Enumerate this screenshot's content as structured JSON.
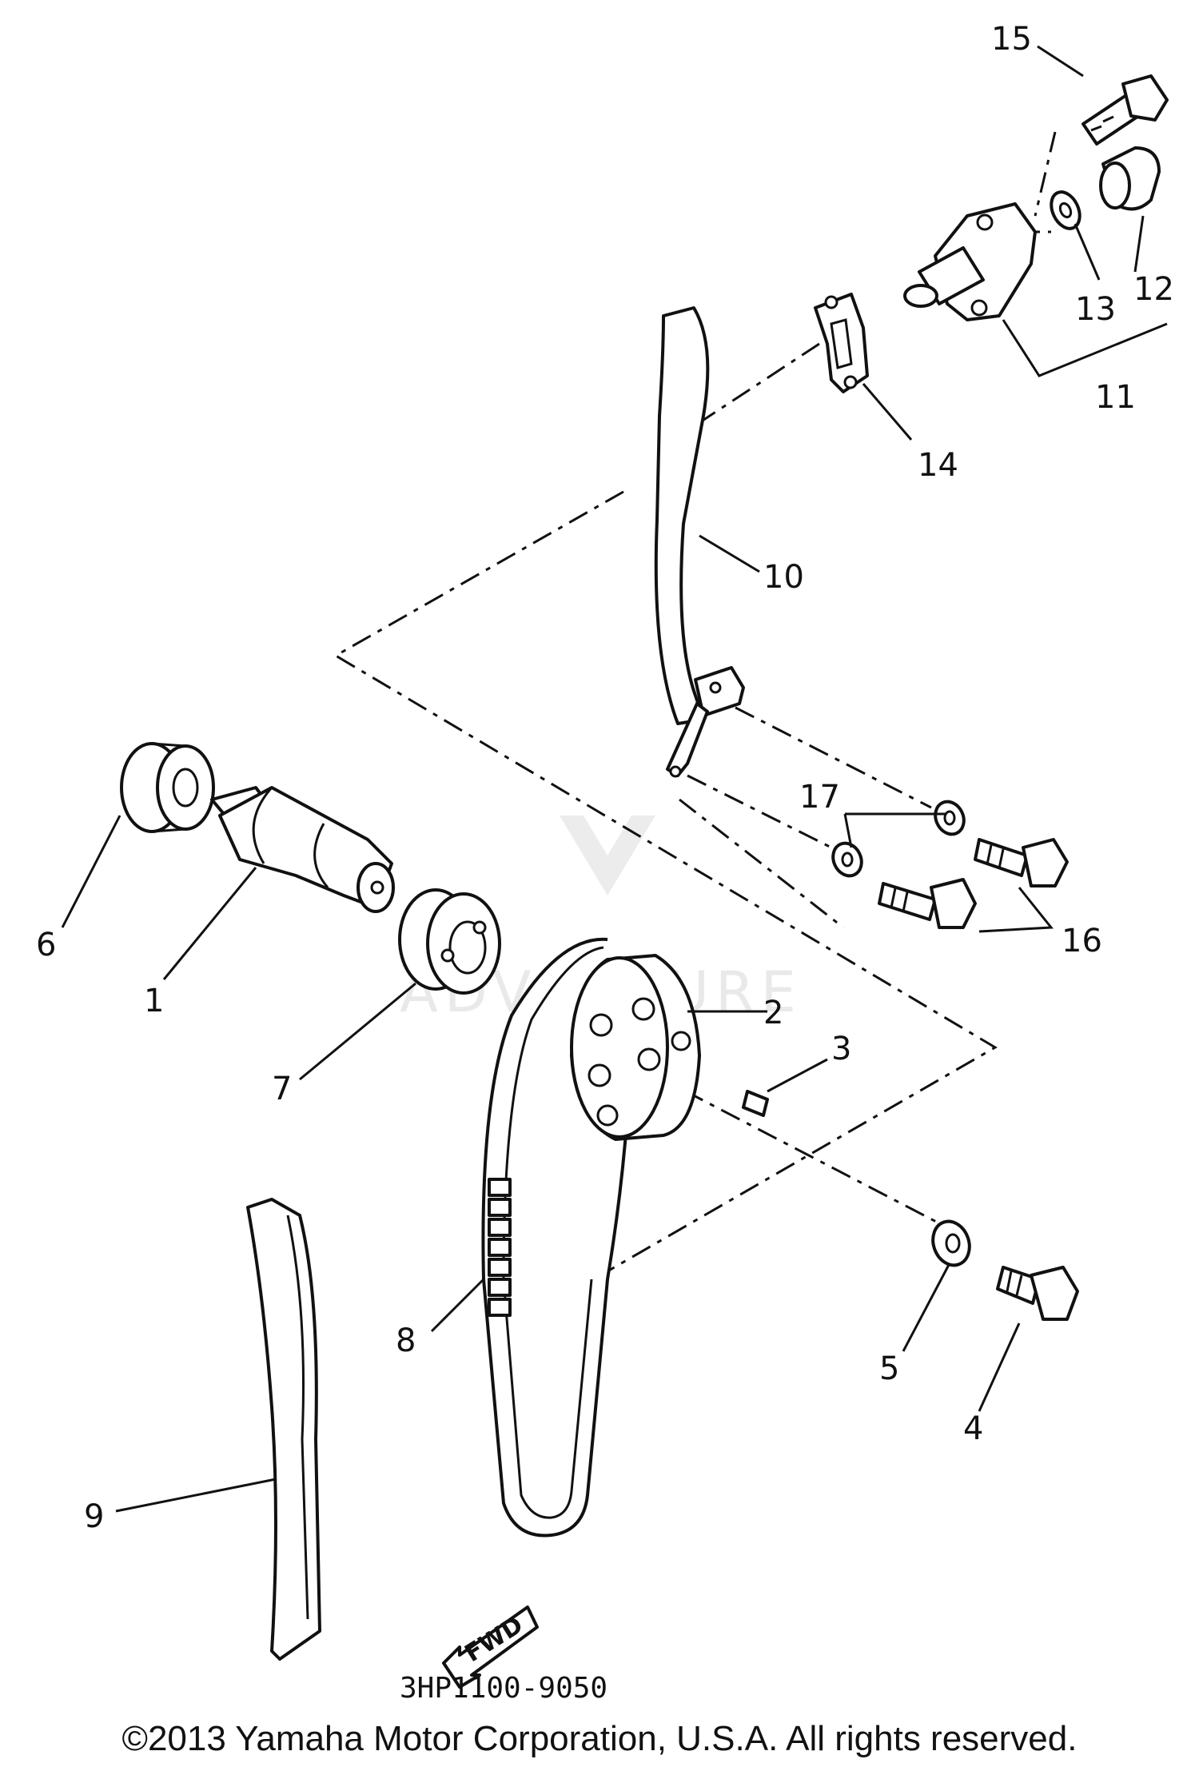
{
  "callouts": {
    "c1": "1",
    "c2": "2",
    "c3": "3",
    "c4": "4",
    "c5": "5",
    "c6": "6",
    "c7": "7",
    "c8": "8",
    "c9": "9",
    "c10": "10",
    "c11": "11",
    "c12": "12",
    "c13": "13",
    "c14": "14",
    "c15": "15",
    "c16": "16",
    "c17": "17"
  },
  "fwd_label": "FWD",
  "diagram_code": "3HP1100-9050",
  "watermark": "ADVENTURE",
  "copyright": "©2013 Yamaha Motor Corporation, U.S.A. All rights reserved."
}
